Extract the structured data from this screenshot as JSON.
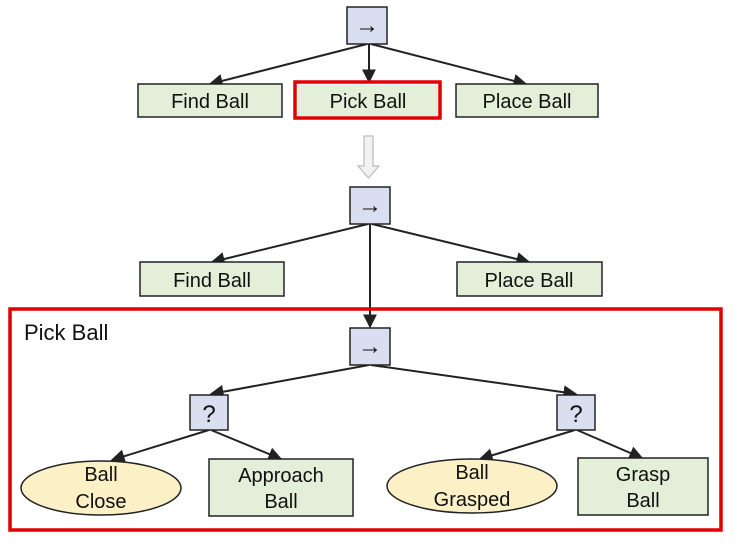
{
  "colors": {
    "action_fill": "#e3efd9",
    "condition_fill": "#fbf0c6",
    "control_fill": "#d9dff0",
    "stroke": "#222222",
    "highlight": "#e00000",
    "transition_arrow": "#cccccc"
  },
  "top_tree": {
    "root_symbol": "→",
    "children": [
      "Find Ball",
      "Pick Ball",
      "Place Ball"
    ],
    "highlighted_child": "Pick Ball"
  },
  "expanded_tree": {
    "root_symbol": "→",
    "children": [
      "Find Ball",
      "Place Ball"
    ],
    "frame_title": "Pick Ball",
    "subtree": {
      "root_symbol": "→",
      "fallbacks": [
        {
          "symbol": "?",
          "condition": [
            "Ball",
            "Close"
          ],
          "action": [
            "Approach",
            "Ball"
          ]
        },
        {
          "symbol": "?",
          "condition": [
            "Ball",
            "Grasped"
          ],
          "action": [
            "Grasp",
            "Ball"
          ]
        }
      ]
    }
  }
}
